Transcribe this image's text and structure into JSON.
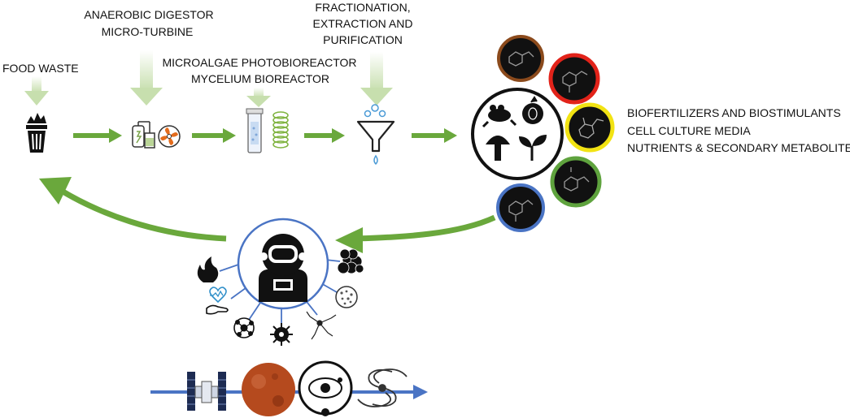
{
  "labels": {
    "food_waste": "FOOD  WASTE",
    "anaerobic_line1": "ANAEROBIC DIGESTOR",
    "anaerobic_line2": "MICRO-TURBINE",
    "microalgae_line1": "MICROALGAE PHOTOBIOREACTOR",
    "microalgae_line2": "MYCELIUM BIOREACTOR",
    "fractionation_line1": "FRACTIONATION,",
    "fractionation_line2": "EXTRACTION AND",
    "fractionation_line3": "PURIFICATION",
    "products_line1": "BIOFERTILIZERS AND BIOSTIMULANTS",
    "products_line2": "CELL CULTURE MEDIA",
    "products_line3": "NUTRIENTS & SECONDARY METABOLITES"
  },
  "colors": {
    "flow_arrow": "#6aa83c",
    "input_arrow": "#cfe3b8",
    "space_line": "#4a74c4",
    "metabolite_ring_brown": "#8b4a1c",
    "metabolite_ring_red": "#e2231a",
    "metabolite_ring_yellow": "#f2e313",
    "metabolite_ring_green": "#5fa33e",
    "metabolite_ring_blue": "#4a74c4"
  },
  "icons": [
    "trash-bin-icon",
    "digestor-icon",
    "turbine-icon",
    "bioreactor-icon",
    "coil-icon",
    "funnel-icon",
    "frog-icon",
    "fruit-icon",
    "mushroom-icon",
    "sprout-icon",
    "molecule-icon",
    "astronaut-icon",
    "fire-icon",
    "heart-hand-icon",
    "network-icon",
    "virus-icon",
    "neuron-icon",
    "cells-icon",
    "cluster-icon",
    "space-station-icon",
    "mars-icon",
    "orbit-icon",
    "galaxy-icon"
  ]
}
